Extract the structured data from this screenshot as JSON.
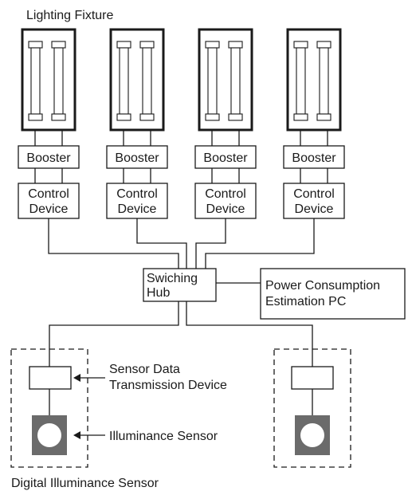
{
  "title": "Lighting Fixture",
  "booster_label": "Booster",
  "control_device_lines": [
    "Control",
    "Device"
  ],
  "hub_lines": [
    "Swiching",
    "Hub"
  ],
  "pc_lines": [
    "Power Consumption",
    "Estimation PC"
  ],
  "sensor_tx_lines": [
    "Sensor Data",
    "Transmission Device"
  ],
  "illuminance_sensor_label": "Illuminance Sensor",
  "footer": "Digital Illuminance Sensor"
}
